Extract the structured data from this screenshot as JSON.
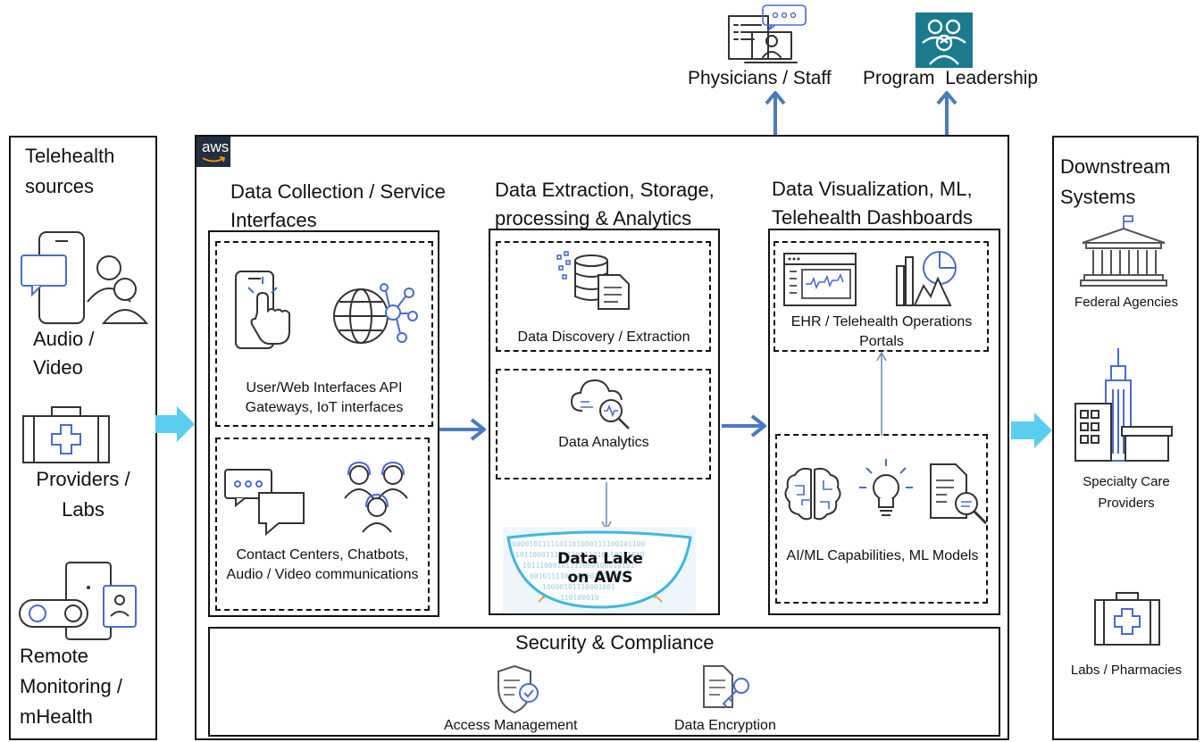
{
  "top": {
    "physicians_label": "Physicians / Staff",
    "leadership_label": "Program  Leadership"
  },
  "left": {
    "title": "Telehealth sources",
    "items": [
      "Audio / Video",
      "Providers / Labs",
      "Remote Monitoring / mHealth"
    ]
  },
  "aws": {
    "logo": "aws",
    "col1": {
      "heading": "Data Collection / Service Interfaces",
      "box1_label": "User/Web Interfaces API Gateways, IoT interfaces",
      "box2_label": "Contact Centers, Chatbots, Audio / Video communications"
    },
    "col2": {
      "heading": "Data Extraction, Storage, processing & Analytics",
      "box1_label": "Data Discovery / Extraction",
      "box2_label": "Data Analytics",
      "lake_label": "Data Lake on AWS"
    },
    "col3": {
      "heading": "Data Visualization, ML, Telehealth Dashboards",
      "box1_label": "EHR / Telehealth Operations Portals",
      "box2_label": "AI/ML Capabilities, ML Models"
    },
    "security": {
      "title": "Security & Compliance",
      "items": [
        "Access Management",
        "Data Encryption"
      ]
    }
  },
  "right": {
    "title": "Downstream Systems",
    "items": [
      "Federal Agencies",
      "Specialty Care Providers",
      "Labs / Pharmacies"
    ]
  },
  "colors": {
    "arrow_blue": "#4a7bc0",
    "arrow_cyan": "#5bcdf0",
    "leadership_icon_bg": "#1b7a8c"
  }
}
